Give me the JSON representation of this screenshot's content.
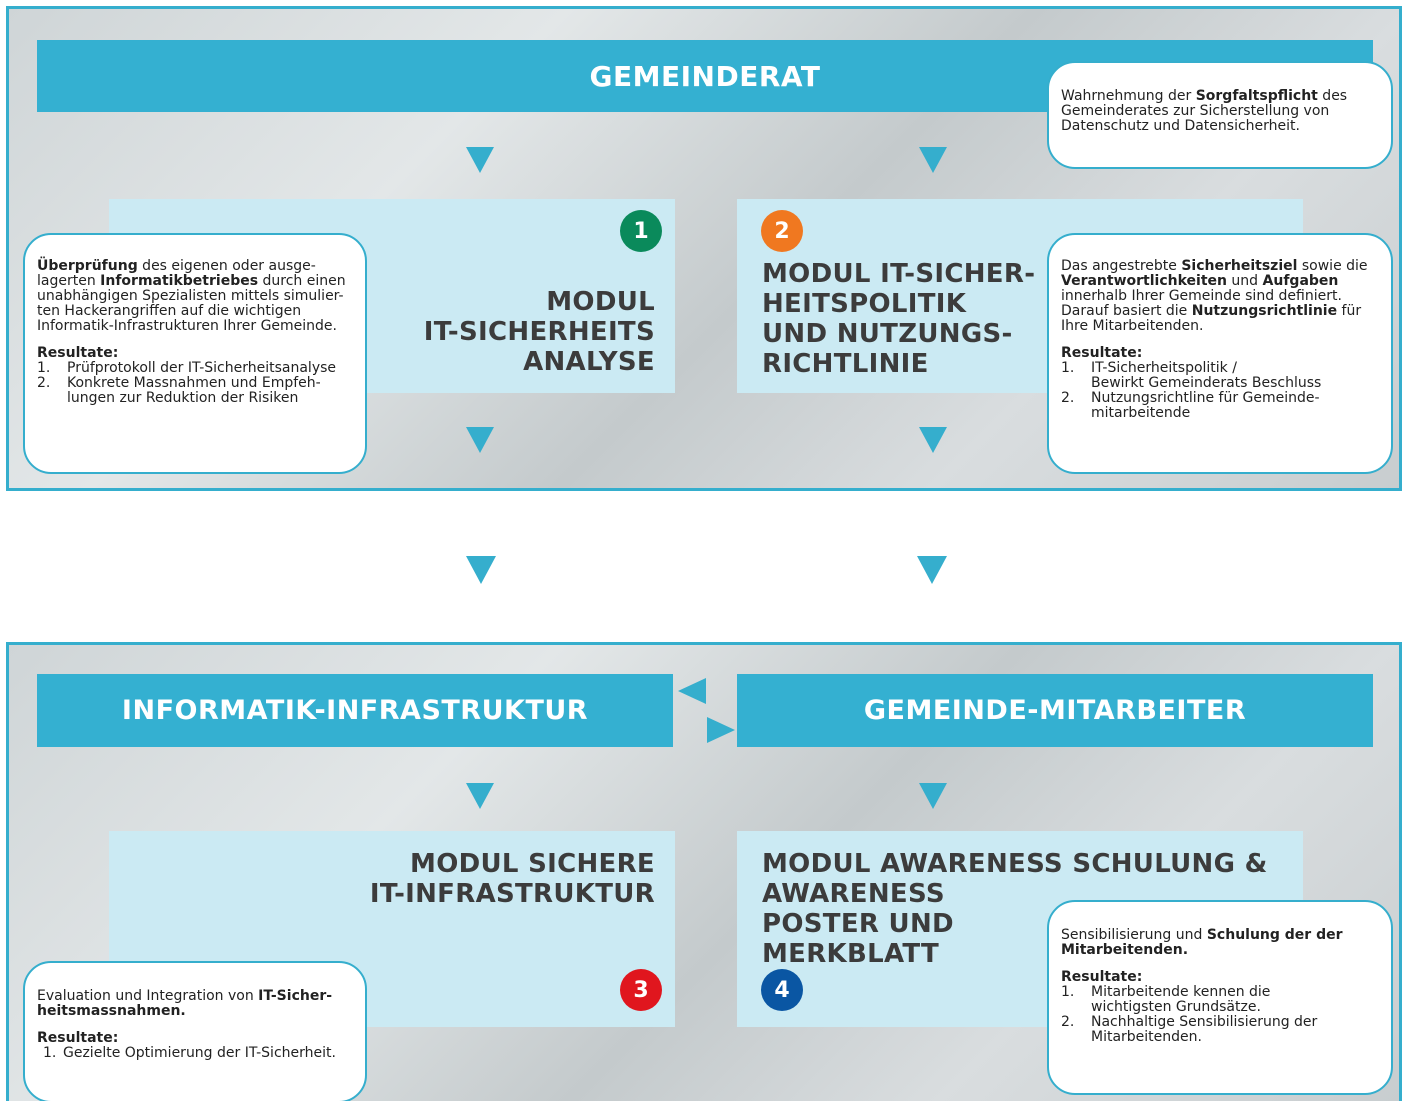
{
  "colors": {
    "accent": "#34b0d1",
    "module_bg": "#cbeaf3",
    "badge1": "#0a8a5b",
    "badge2": "#f07820",
    "badge3": "#e0161e",
    "badge4": "#0a56a3"
  },
  "top": {
    "banner": "GEMEINDERAT",
    "council_note": {
      "pre": "Wahrnehmung der ",
      "bold": "Sorgfaltspflicht",
      "post": " des Gemeinderates zur Sicherstellung von Datenschutz und Datensicherheit."
    },
    "module1": {
      "number": "1",
      "title": "MODUL\nIT-SICHERHEITS\nANALYSE",
      "desc": {
        "bold1": "Überprüfung",
        "t1": " des eigenen oder ausge-\nlagerten ",
        "bold2": "Informatikbetriebes",
        "t2": " durch einen unabhängigen Spezialisten mittels simulier-\nten Hackerangriffen auf die wichtigen Informatik-Infrastrukturen Ihrer Gemeinde."
      },
      "results_title": "Resultate:",
      "results": [
        {
          "n": "1.",
          "t": "Prüfprotokoll der IT-Sicherheitsanalyse"
        },
        {
          "n": "2.",
          "t": "Konkrete Massnahmen und Empfeh-\nlungen zur Reduktion der Risiken"
        }
      ]
    },
    "module2": {
      "number": "2",
      "title": "MODUL IT-SICHER-\nHEITSPOLITIK\nUND NUTZUNGS-\nRICHTLINIE",
      "desc": {
        "t1": "Das angestrebte ",
        "bold1": "Sicherheitsziel",
        "t2": " sowie die ",
        "bold2": "Verantwortlichkeiten",
        "t3": " und ",
        "bold3": "Aufgaben",
        "t4": " innerhalb Ihrer  Gemeinde sind definiert. Darauf basiert die ",
        "bold4": "Nutzungsrichtlinie",
        "t5": " für Ihre Mitarbeitenden."
      },
      "results_title": "Resultate:",
      "results": [
        {
          "n": "1.",
          "t": "IT-Sicherheitspolitik /\nBewirkt Gemeinderats Beschluss"
        },
        {
          "n": "2.",
          "t": "Nutzungsrichtline für Gemeinde-\nmitarbeitende"
        }
      ]
    }
  },
  "bottom": {
    "banner_left": "INFORMATIK-INFRASTRUKTUR",
    "banner_right": "GEMEINDE-MITARBEITER",
    "module3": {
      "number": "3",
      "title": "MODUL SICHERE\nIT-INFRASTRUKTUR",
      "desc": {
        "t1": "Evaluation und Integration von ",
        "bold1": "IT-Sicher-\nheitsmassnahmen."
      },
      "results_title": "Resultate:",
      "results": [
        {
          "n": "1.",
          "t": "Gezielte Optimierung der IT-Sicherheit."
        }
      ]
    },
    "module4": {
      "number": "4",
      "title": "MODUL AWARENESS SCHULUNG &\nAWARENESS\nPOSTER UND\nMERKBLATT",
      "desc": {
        "t1": "Sensibilisierung und ",
        "bold1": "Schulung der der Mitarbeitenden."
      },
      "results_title": "Resultate:",
      "results": [
        {
          "n": "1.",
          "t": "Mitarbeitende kennen die\nwichtigsten Grundsätze."
        },
        {
          "n": "2.",
          "t": "Nachhaltige Sensibilisierung der\nMitarbeitenden."
        }
      ]
    }
  }
}
